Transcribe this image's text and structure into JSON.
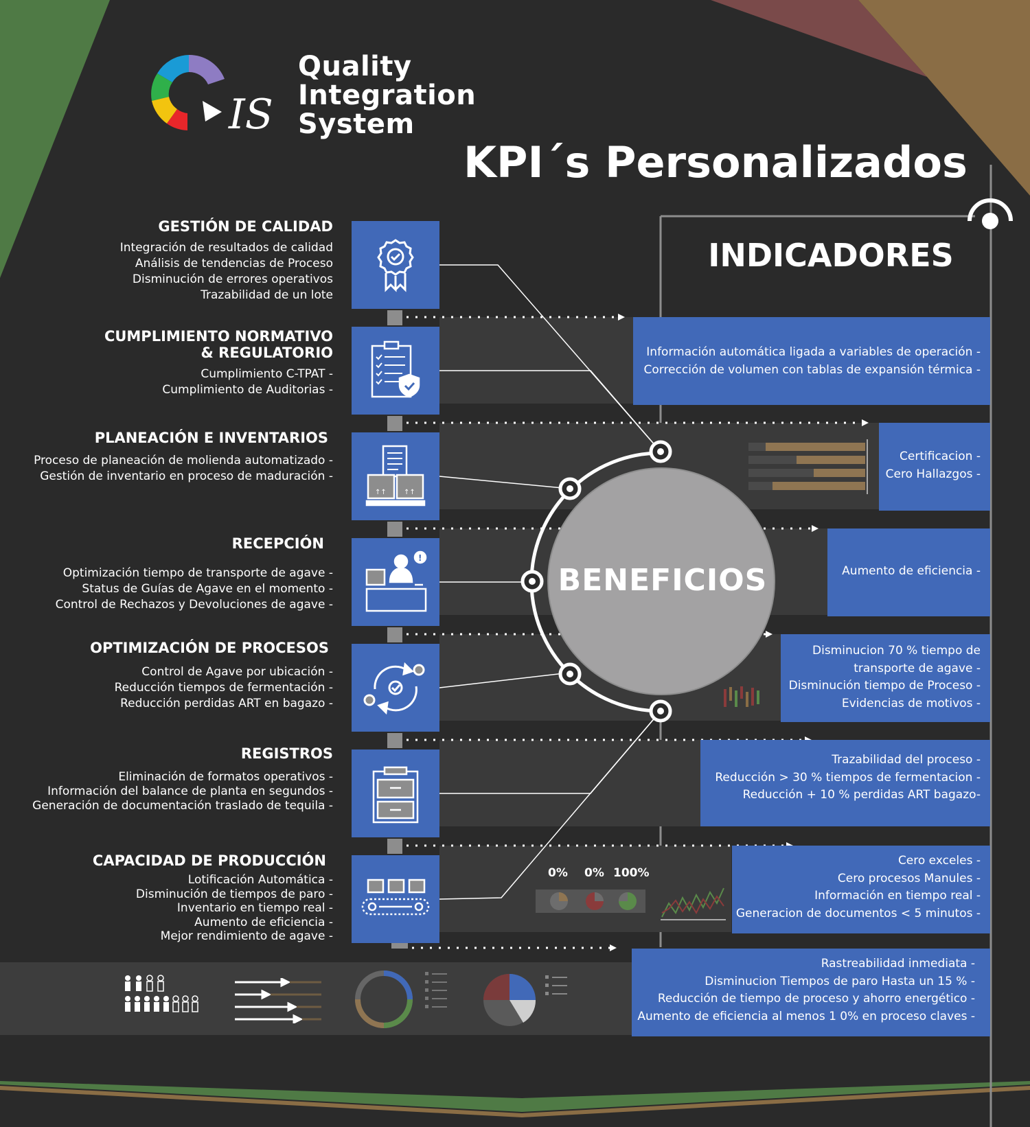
{
  "brand": {
    "line1": "Quality",
    "line2": "Integration",
    "line3": "System",
    "logo_text": "IS"
  },
  "title": "KPI´s Personalizados",
  "indicators_title": "INDICADORES",
  "center_label": "BENEFICIOS",
  "colors": {
    "background": "#2a2a2a",
    "accent_blue": "#4169b8",
    "band_gray": "#3a3a3a",
    "circle_gray": "#a3a2a3",
    "connector_gray": "#8d8d8d",
    "corner_green": "#4f7a45",
    "corner_red": "#7a4a4a",
    "corner_brown": "#8a6d45"
  },
  "categories": [
    {
      "title": "GESTIÓN DE CALIDAD",
      "items": [
        "Integración de resultados de calidad",
        "Análisis de tendencias de Proceso",
        "Disminución de errores operativos",
        "Trazabilidad de un lote"
      ],
      "icon": "quality-badge-icon"
    },
    {
      "title1": "CUMPLIMIENTO NORMATIVO",
      "title2": "& REGULATORIO",
      "items": [
        "Cumplimiento C-TPAT -",
        "Cumplimiento de Auditorias -"
      ],
      "icon": "compliance-clipboard-icon"
    },
    {
      "title": "PLANEACIÓN E INVENTARIOS",
      "items": [
        "Proceso de planeación de molienda automatizado -",
        "Gestión de inventario en proceso de maduración -"
      ],
      "icon": "inventory-boxes-icon"
    },
    {
      "title": "RECEPCIÓN",
      "items": [
        "Optimización tiempo de transporte de agave -",
        "Status de Guías de Agave en el momento -",
        "Control de Rechazos y Devoluciones de agave -"
      ],
      "icon": "reception-desk-icon"
    },
    {
      "title": "OPTIMIZACIÓN DE PROCESOS",
      "items": [
        "Control de Agave por ubicación -",
        "Reducción tiempos de fermentación -",
        "Reducción perdidas ART en bagazo -"
      ],
      "icon": "process-gears-icon"
    },
    {
      "title": "REGISTROS",
      "items": [
        "Eliminación de formatos operativos -",
        "Información del balance de planta en segundos -",
        "Generación de documentación traslado de tequila -"
      ],
      "icon": "records-cabinet-icon"
    },
    {
      "title": "CAPACIDAD DE PRODUCCIÓN",
      "items": [
        "Lotificación Automática -",
        "Disminución de tiempos de paro -",
        "Inventario en tiempo real -",
        "Aumento de eficiencia -",
        "Mejor rendimiento de agave -"
      ],
      "icon": "production-conveyor-icon"
    }
  ],
  "indicators": [
    {
      "lines": [
        "Información automática ligada a variables de operación -",
        "Corrección de volumen con tablas de expansión térmica -"
      ]
    },
    {
      "lines": [
        "Certificacion -",
        "Cero Hallazgos -"
      ]
    },
    {
      "lines": [
        "Aumento  de eficiencia -"
      ]
    },
    {
      "lines": [
        "Disminucion 70 % tiempo de",
        "transporte de agave -",
        "Disminución tiempo de Proceso -",
        "Evidencias de motivos -"
      ]
    },
    {
      "lines": [
        "Trazabilidad del proceso -",
        "Reducción >  30 % tiempos de fermentacion -",
        "Reducción + 10 % perdidas ART bagazo-"
      ]
    },
    {
      "lines": [
        "Cero exceles -",
        "Cero procesos Manules  -",
        "Información en tiempo real -",
        "Generacion de documentos < 5 minutos -"
      ]
    },
    {
      "lines": [
        "Rastreabilidad inmediata -",
        "Disminucion Tiempos de paro Hasta un 15 % -",
        "Reducción de tiempo de proceso y ahorro energético -",
        "Aumento de eficiencia al menos 1 0% en proceso claves -"
      ]
    }
  ],
  "percent_labels": [
    "0%",
    "0%",
    "100%"
  ],
  "decorative_icons": [
    "people-icons",
    "arrows-chart-icon",
    "donut-chart-icon",
    "pie-chart-icon",
    "bar-chart-icon",
    "line-chart-icon"
  ]
}
